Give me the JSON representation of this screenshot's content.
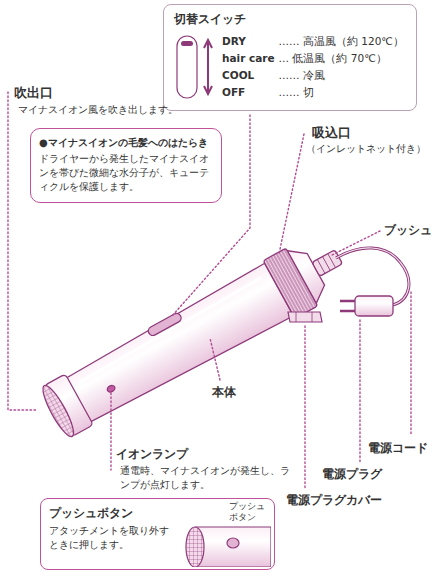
{
  "diagram": {
    "nodes": [
      {
        "text": [
          "切替スイッチ",
          "DRY",
          "…… 高温風（約 120℃）",
          "hair care",
          "… 低温風（約 70℃）",
          "COOL",
          "…… 冷風",
          "OFF",
          "…… 切"
        ]
      },
      {
        "text": [
          "●マイナスイオンの毛髪へのはたらき",
          "ドライヤーから発生したマイナスイオンを帯びた微細な水分子が、キューティクルを保護します。"
        ]
      },
      {
        "text": [
          "プッシュボタン",
          "アタッチメントを取り外すときに押します。",
          "プッシュボタン"
        ]
      }
    ],
    "labels": [
      "吹出口",
      "マイナスイオン風を吹き出します。",
      "吸込口",
      "（インレットネット付き）",
      "ブッシュ",
      "本体",
      "電源コード",
      "電源プラグ",
      "電源プラグカバー",
      "イオンランプ",
      "通電時、マイナスイオンが発生し、ランプが点灯します。"
    ]
  }
}
